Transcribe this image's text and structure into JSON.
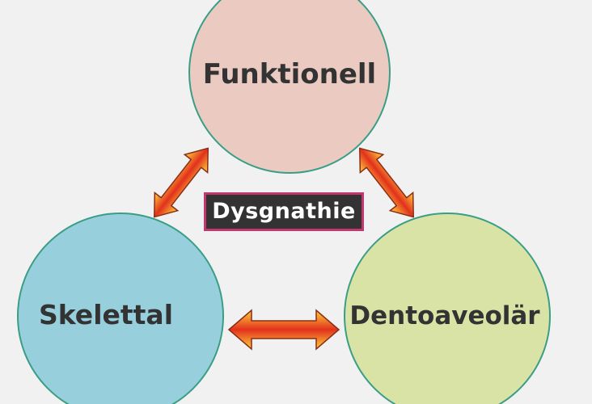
{
  "diagram": {
    "nodes": [
      {
        "id": "funktionell",
        "label": "Funktionell",
        "fill": "#ebcbc1",
        "stroke": "#3a9e86"
      },
      {
        "id": "skelettal",
        "label": "Skelettal",
        "fill": "#97cfdc",
        "stroke": "#3a9e86"
      },
      {
        "id": "dentoaveolar",
        "label": "Dentoaveolär",
        "fill": "#d9e3a6",
        "stroke": "#3a9e86"
      }
    ],
    "center": {
      "label": "Dysgnathie"
    },
    "edges": [
      {
        "from": "funktionell",
        "to": "skelettal",
        "type": "double-arrow"
      },
      {
        "from": "funktionell",
        "to": "dentoaveolar",
        "type": "double-arrow"
      },
      {
        "from": "skelettal",
        "to": "dentoaveolar",
        "type": "double-arrow"
      }
    ],
    "colors": {
      "arrow_gradient_light": "#ffd23c",
      "arrow_gradient_dark": "#e2311c",
      "arrow_stroke": "#8a2d16",
      "center_bg": "#333333",
      "center_border": "#c2376e",
      "center_text": "#ffffff"
    }
  }
}
